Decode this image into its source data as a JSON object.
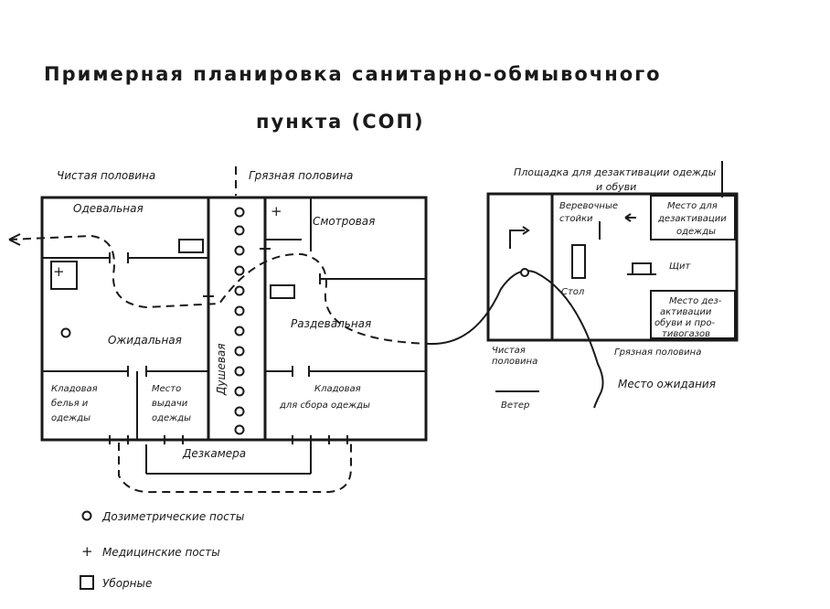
{
  "title": {
    "line1": "Примерная планировка санитарно-обмывочного",
    "line2": "пункта (СОП)"
  },
  "halves": {
    "clean": "Чистая половина",
    "dirty": "Грязная половина"
  },
  "rooms": {
    "odevalnaya": "Одевальная",
    "smotrovaya": "Смотровая",
    "ozhidalnaya": "Ожидальная",
    "razdevalnaya": "Раздевальная",
    "dushevaya": "Душевая",
    "kladovaya_left_l1": "Кладовая",
    "kladovaya_left_l2": "белья и",
    "kladovaya_left_l3": "одежды",
    "mesto_vydachi_l1": "Место",
    "mesto_vydachi_l2": "выдачи",
    "mesto_vydachi_l3": "одежды",
    "kladovaya_right_l1": "Кладовая",
    "kladovaya_right_l2": "для сбора одежды",
    "dezkamera": "Дезкамера"
  },
  "site": {
    "title_l1": "Площадка для дезактивации одежды",
    "title_l2": "и обуви",
    "verevochnye_l1": "Веревочные",
    "verevochnye_l2": "стойки",
    "mesto_clothes_l1": "Место для",
    "mesto_clothes_l2": "дезактивации",
    "mesto_clothes_l3": "одежды",
    "stol": "Стол",
    "shchit": "Щит",
    "mesto_shoes_l1": "Место дез-",
    "mesto_shoes_l2": "активации",
    "mesto_shoes_l3": "обуви и про-",
    "mesto_shoes_l4": "тивогазов",
    "clean_half_l1": "Чистая",
    "clean_half_l2": "половина",
    "dirty_half": "Грязная половина",
    "mesto_ozhidaniya": "Место ожидания",
    "veter": "Ветер"
  },
  "legend": {
    "dosimetric": "Дозиметрические посты",
    "medical": "Медицинские посты",
    "toilets": "Уборные"
  },
  "icons": {
    "dosimetric_post": "circle-icon",
    "medical_post": "plus-icon",
    "toilet": "square-icon"
  },
  "colors": {
    "ink": "#1a1a1a",
    "paper": "#ffffff"
  }
}
